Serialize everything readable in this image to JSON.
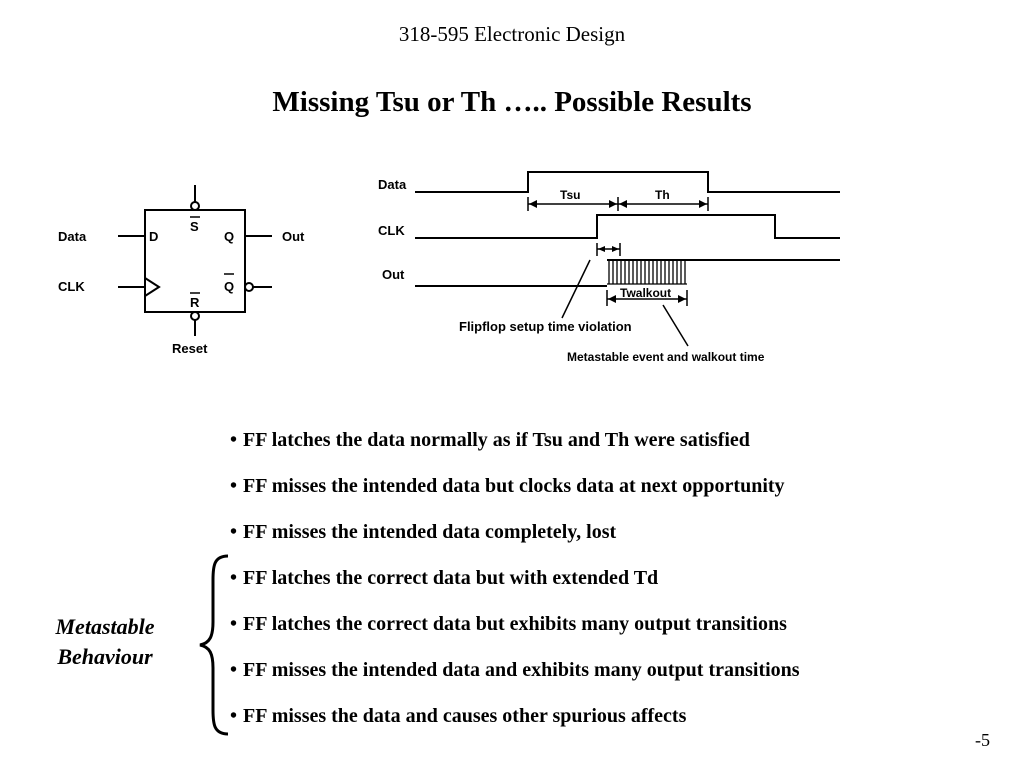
{
  "header": {
    "course": "318-595 Electronic Design",
    "title": "Missing Tsu or Th ….. Possible Results"
  },
  "flipflop": {
    "data_in": "Data",
    "clk_in": "CLK",
    "out": "Out",
    "reset": "Reset",
    "pin_d": "D",
    "pin_s": "S",
    "pin_q": "Q",
    "pin_r": "R",
    "pin_qbar": "Q"
  },
  "timing": {
    "sig_data": "Data",
    "sig_clk": "CLK",
    "sig_out": "Out",
    "tsu": "Tsu",
    "th": "Th",
    "twalkout": "Twalkout",
    "note_setup": "Flipflop setup time violation",
    "note_meta": "Metastable event and walkout time"
  },
  "bullets": [
    "FF latches the data normally as if Tsu and Th were satisfied",
    "FF misses the intended data but clocks data at next opportunity",
    "FF misses the intended data completely, lost",
    "FF latches the correct data but with extended Td",
    "FF latches the correct data but exhibits many output transitions",
    "FF misses the intended data and exhibits many output transitions",
    "FF misses the data and causes other spurious affects"
  ],
  "side_label": {
    "line1": "Metastable",
    "line2": "Behaviour"
  },
  "page_number": "-5"
}
